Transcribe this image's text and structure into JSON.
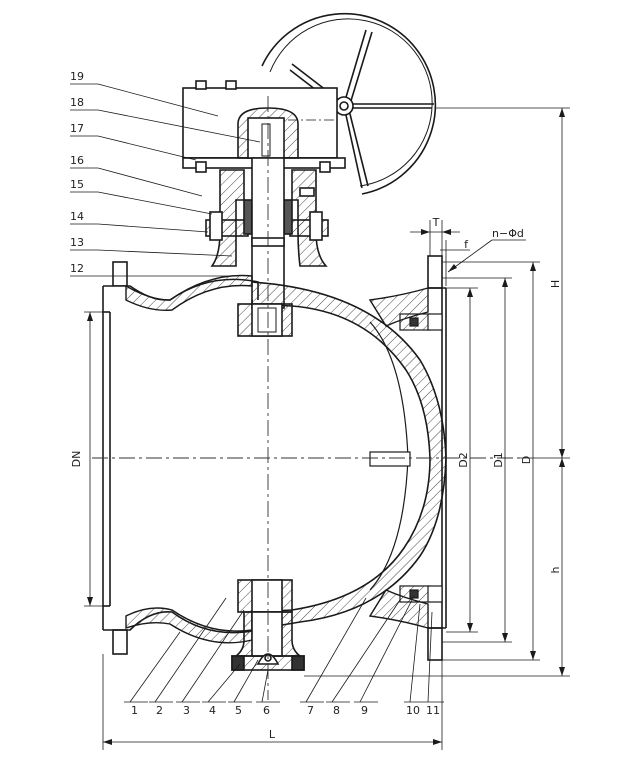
{
  "callouts_top": [
    "19",
    "18",
    "17",
    "16",
    "15",
    "14",
    "13",
    "12"
  ],
  "callouts_bottom": [
    "1",
    "2",
    "3",
    "4",
    "5",
    "6",
    "7",
    "8",
    "9",
    "10",
    "11"
  ],
  "dimensions": {
    "DN": "DN",
    "D2": "D2",
    "D1": "D1",
    "D": "D",
    "H": "H",
    "h": "h",
    "L": "L",
    "T": "T",
    "f": "f",
    "holes": "n−Φd"
  },
  "colors": {
    "line": "#1a1a1a",
    "hatch": "#333333",
    "centerline": "#333333"
  }
}
